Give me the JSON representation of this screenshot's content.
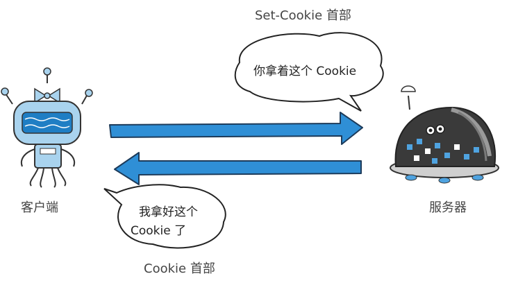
{
  "diagram": {
    "top_header": "Set-Cookie 首部",
    "bottom_header": "Cookie 首部",
    "client_label": "客户端",
    "server_label": "服务器",
    "top_bubble": "你拿着这个 Cookie",
    "bottom_bubble_line1": "我拿好这个",
    "bottom_bubble_line2": "Cookie 了"
  },
  "colors": {
    "arrow": "#2f8fd6",
    "arrow_outline": "#1d3b5a",
    "robot_body": "#a9d3ee",
    "server_shell": "#3a3a3a",
    "server_dots": "#4fa3e0"
  }
}
